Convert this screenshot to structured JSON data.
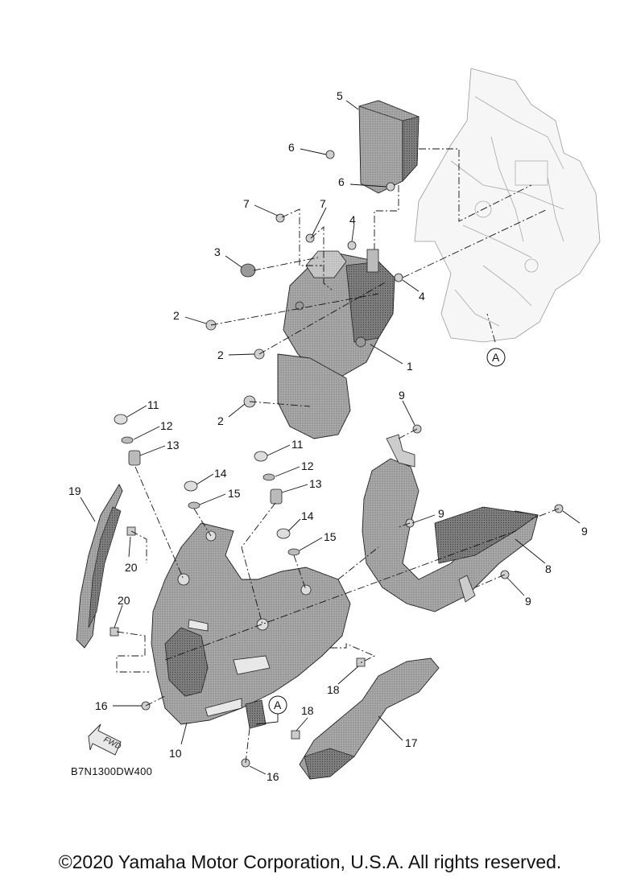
{
  "diagram": {
    "code": "B7N1300DW400",
    "fwd_label": "FWD",
    "reference_label": "A",
    "callouts": [
      "1",
      "2",
      "2",
      "2",
      "3",
      "4",
      "4",
      "5",
      "6",
      "6",
      "7",
      "7",
      "8",
      "9",
      "9",
      "9",
      "9",
      "10",
      "11",
      "11",
      "12",
      "12",
      "13",
      "13",
      "14",
      "14",
      "15",
      "15",
      "16",
      "16",
      "17",
      "18",
      "18",
      "19",
      "20",
      "20"
    ]
  },
  "footer": {
    "copyright": "©2020 Yamaha Motor Corporation, U.S.A. All rights reserved."
  }
}
